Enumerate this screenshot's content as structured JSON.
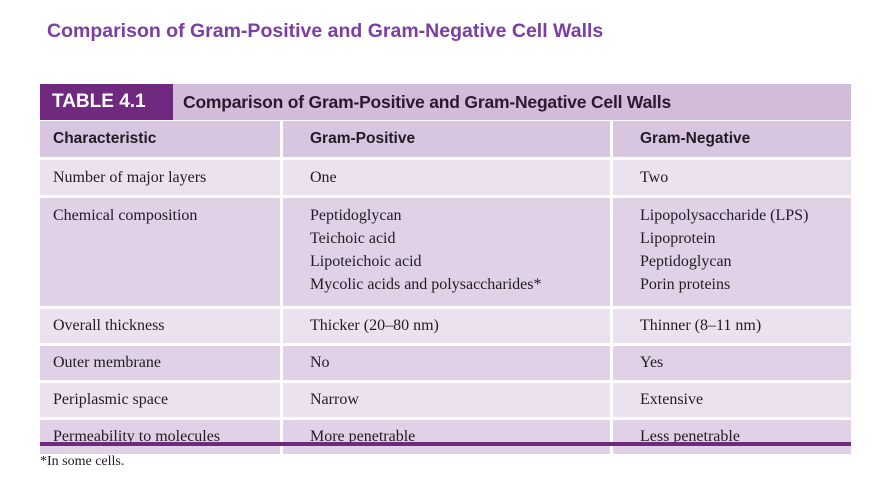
{
  "slide": {
    "title": "Comparison of Gram-Positive and Gram-Negative Cell Walls"
  },
  "table": {
    "label": "TABLE 4.1",
    "caption": "Comparison of Gram-Positive and Gram-Negative Cell Walls",
    "columns": [
      "Characteristic",
      "Gram-Positive",
      "Gram-Negative"
    ],
    "rows": [
      {
        "characteristic": "Number of major layers",
        "positive": [
          "One"
        ],
        "negative": [
          "Two"
        ]
      },
      {
        "characteristic": "Chemical composition",
        "positive": [
          "Peptidoglycan",
          "Teichoic acid",
          "Lipoteichoic acid",
          "Mycolic acids and polysaccharides*"
        ],
        "negative": [
          "Lipopolysaccharide (LPS)",
          "Lipoprotein",
          "Peptidoglycan",
          "Porin proteins"
        ]
      },
      {
        "characteristic": "Overall thickness",
        "positive": [
          "Thicker (20–80 nm)"
        ],
        "negative": [
          "Thinner (8–11 nm)"
        ]
      },
      {
        "characteristic": "Outer membrane",
        "positive": [
          "No"
        ],
        "negative": [
          "Yes"
        ]
      },
      {
        "characteristic": "Periplasmic space",
        "positive": [
          "Narrow"
        ],
        "negative": [
          "Extensive"
        ]
      },
      {
        "characteristic": "Permeability to molecules",
        "positive": [
          "More penetrable"
        ],
        "negative": [
          "Less penetrable"
        ]
      }
    ],
    "footnote": "*In some cells."
  },
  "colors": {
    "title_text": "#7b3fa3",
    "label_bg": "#6f2a80",
    "header_bar": "#d2bcd9",
    "row_light": "#ece2ef",
    "row_dark": "#e0d1e6"
  }
}
